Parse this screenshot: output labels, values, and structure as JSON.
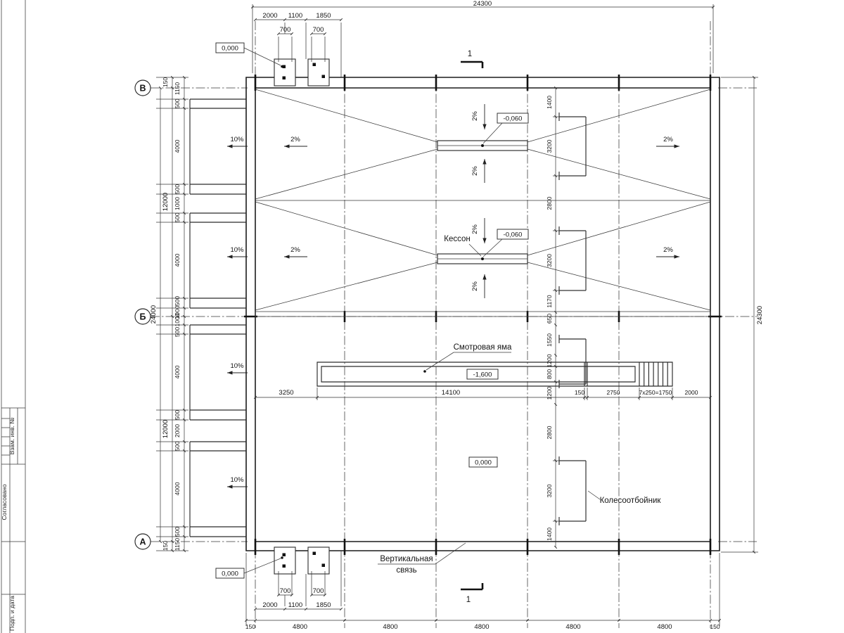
{
  "axes": [
    "В",
    "Б",
    "А"
  ],
  "dims": {
    "top_total": "24300",
    "right_total": "24300",
    "left_total": "24000",
    "left_outer": [
      "150",
      "12000",
      "12000",
      "150"
    ],
    "detail_row": [
      "2000",
      "1100",
      "1850"
    ],
    "bolt_spacing": "700",
    "bottom_row": [
      "150",
      "4800",
      "4800",
      "4800",
      "4800",
      "4800",
      "150"
    ],
    "left_chain": [
      "1150",
      "500",
      "4000",
      "500",
      "1000",
      "500",
      "4000",
      "500",
      "1000",
      "1000",
      "500",
      "4000",
      "500",
      "2000",
      "500",
      "4000",
      "500",
      "1150"
    ],
    "right_chain": [
      "1400",
      "3200",
      "2800",
      "3200",
      "1170",
      "650",
      "1550",
      "1200",
      "800",
      "1200",
      "2800",
      "3200",
      "1400"
    ],
    "pit_chain": [
      "3250",
      "14100",
      "150",
      "2750",
      "7х250=1750",
      "2000"
    ]
  },
  "elevations": {
    "zero": "0,000",
    "caisson": "-0,060",
    "pit": "-1,600"
  },
  "slopes": {
    "ramp": "10%",
    "floor": "2%"
  },
  "labels": {
    "caisson": "Кессон",
    "inspection_pit": "Смотровая яма",
    "wheel_stop": "Колесоотбойник",
    "vertical_bracing_line1": "Вертикальная",
    "vertical_bracing_line2": "связь",
    "section_mark": "1"
  },
  "title_block": [
    "Согласовано",
    "Взам. инв. №",
    "Подп. и дата"
  ]
}
